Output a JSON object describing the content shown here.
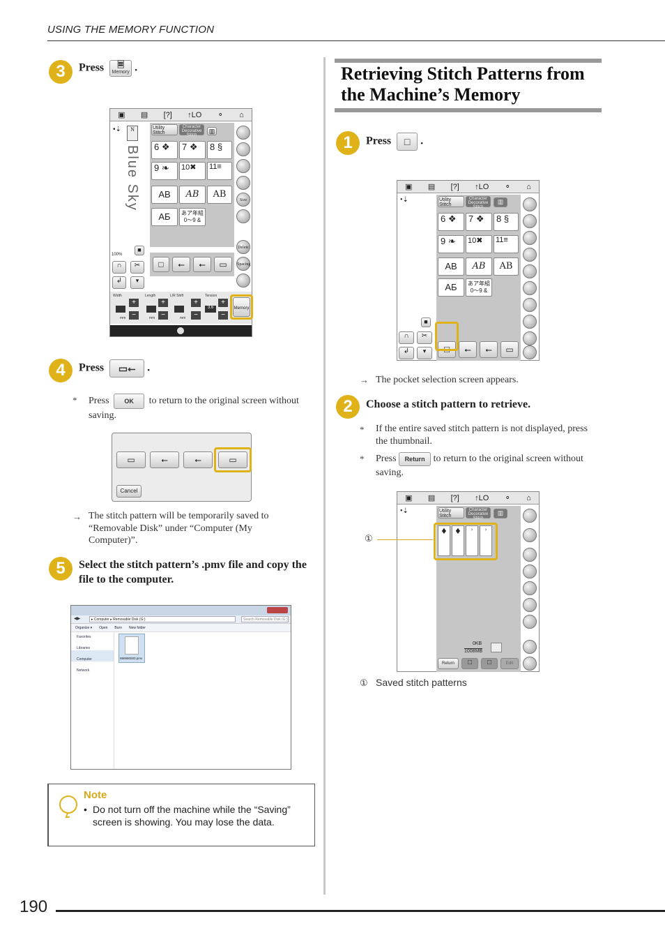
{
  "header": {
    "title": "USING THE MEMORY FUNCTION"
  },
  "page_number": "190",
  "left": {
    "step3": {
      "num": "3",
      "press": "Press",
      "icon_label": "Memory",
      "end": "."
    },
    "screen1": {
      "toolbar": [
        "▣",
        "▤",
        "[?]",
        "↑LO",
        "⚬",
        "⌂"
      ],
      "utility": "Utility Stitch",
      "character": "Character Decorative Stitch",
      "vertical_text": "Blue Sky",
      "cells": [
        "6",
        "7",
        "8",
        "9",
        "10",
        "11",
        "AB",
        "AB",
        "AB",
        "АБ",
        "あア年組 0～9 &"
      ],
      "pct": "100%",
      "labels": {
        "width": "Width",
        "length": "Length",
        "shift": "L/R Shift",
        "tension": "Tension",
        "mm": "mm",
        "tension_val": "3.6",
        "memory": "Memory"
      },
      "side": [
        "Size",
        "Spacing",
        "Delete"
      ]
    },
    "step4": {
      "num": "4",
      "press": "Press",
      "end": "."
    },
    "note4": {
      "star": "*",
      "press": "Press",
      "ok": "OK",
      "rest": "to return to the original screen without saving."
    },
    "dialog": {
      "cancel": "Cancel"
    },
    "arrow4": {
      "arrow": "→",
      "text": "The stitch pattern will be temporarily saved to “Removable Disk” under “Computer (My Computer)”."
    },
    "step5": {
      "num": "5",
      "text": "Select the stitch pattern’s .pmv file and copy the file to the computer."
    },
    "explorer": {
      "path": "▸ Computer ▸ Removable Disk (G:)",
      "search": "Search Removable Disk (G:)",
      "menu": [
        "Organize ▾",
        "Open",
        "Burn",
        "New folder"
      ],
      "nav": [
        "Favorites",
        "Libraries",
        "Computer",
        "Network"
      ],
      "file": "999990000.pmv"
    },
    "note": {
      "title": "Note",
      "bullet": "•",
      "text": "Do not turn off the machine while the “Saving” screen is showing. You may lose the data."
    }
  },
  "right": {
    "title": "Retrieving Stitch Patterns from the Machine’s Memory",
    "step1": {
      "num": "1",
      "press": "Press",
      "end": "."
    },
    "arrow1": {
      "arrow": "→",
      "text": "The pocket selection screen appears."
    },
    "step2": {
      "num": "2",
      "text": "Choose a stitch pattern to retrieve."
    },
    "note2a": {
      "star": "*",
      "text": "If the entire saved stitch pattern is not displayed, press the thumbnail."
    },
    "note2b": {
      "star": "*",
      "press": "Press",
      "btn": "Return",
      "rest": "to return to the original screen without saving."
    },
    "screen3": {
      "kb": "0KB",
      "mb": "1008MB",
      "return": "Return",
      "edit": "Edit"
    },
    "callout": {
      "num": "①",
      "text": "Saved stitch patterns"
    }
  }
}
